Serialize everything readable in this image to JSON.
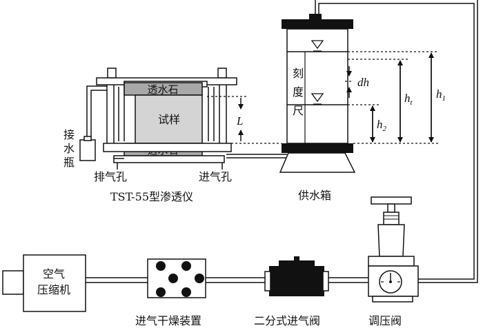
{
  "labels": {
    "porous_stone_top": "透水石",
    "porous_stone_bottom": "透水石",
    "sample": "试样",
    "water_bottle": [
      "接",
      "水",
      "瓶"
    ],
    "exhaust_hole": "排气孔",
    "inlet_hole": "进气孔",
    "permeameter": "TST-55型渗透仪",
    "scale": [
      "刻",
      "度",
      "尺"
    ],
    "water_tank": "供水箱",
    "compressor": [
      "空气",
      "压缩机"
    ],
    "dryer": "进气干燥装置",
    "valve_2way": "二分式进气阀",
    "pressure_valve": "调压阀",
    "L": "L",
    "dh": "dh",
    "h_t": "h",
    "h_t_sub": "t",
    "h_1": "h",
    "h_1_sub": "1",
    "h_2": "h",
    "h_2_sub": "2"
  },
  "colors": {
    "stone": "#a8a8a8",
    "sample": "#d4d4d4",
    "dark": "#111111"
  }
}
